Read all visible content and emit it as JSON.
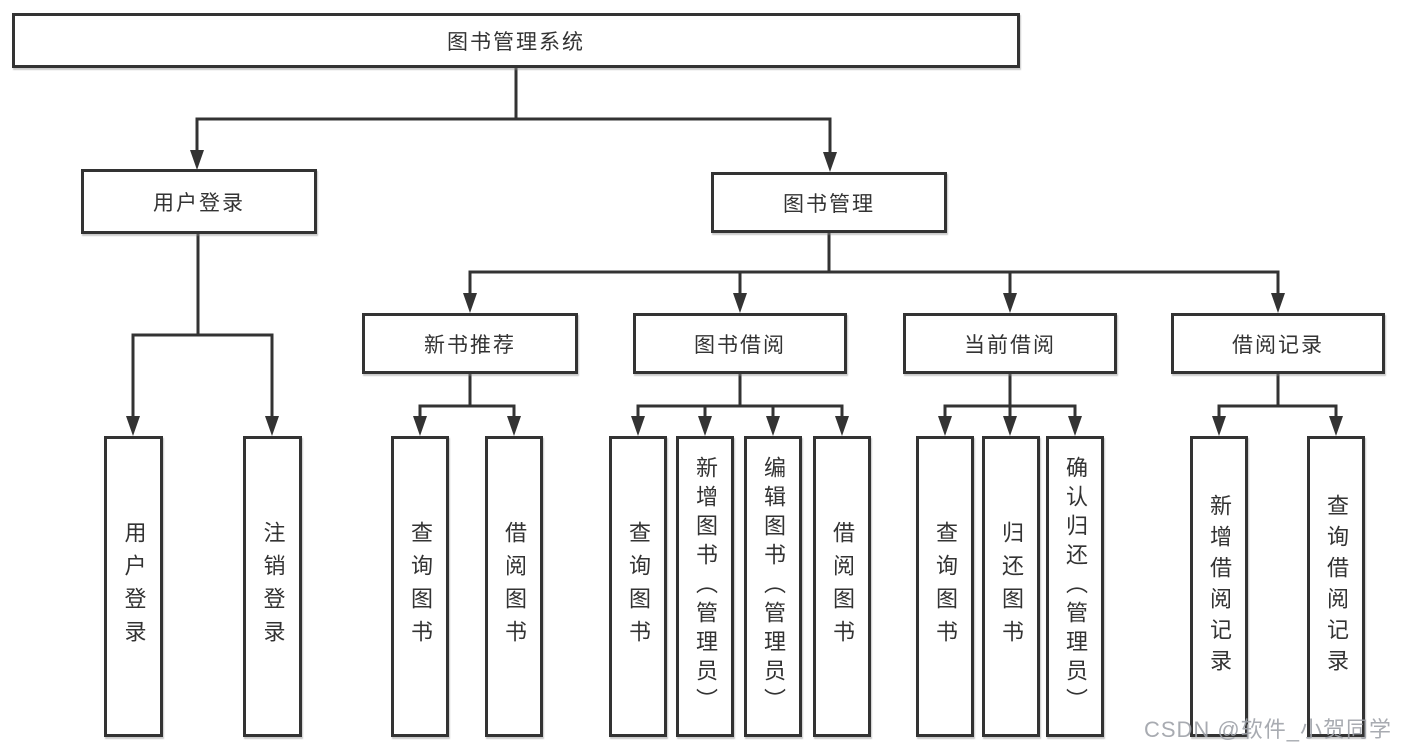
{
  "tree": {
    "label": "图书管理系统",
    "children": [
      {
        "label": "用户登录",
        "children": [
          {
            "label": "用户登录"
          },
          {
            "label": "注销登录"
          }
        ]
      },
      {
        "label": "图书管理",
        "children": [
          {
            "label": "新书推荐",
            "children": [
              {
                "label": "查询图书"
              },
              {
                "label": "借阅图书"
              }
            ]
          },
          {
            "label": "图书借阅",
            "children": [
              {
                "label": "查询图书"
              },
              {
                "label": "新增图书（管理员）"
              },
              {
                "label": "编辑图书（管理员）"
              },
              {
                "label": "借阅图书"
              }
            ]
          },
          {
            "label": "当前借阅",
            "children": [
              {
                "label": "查询图书"
              },
              {
                "label": "归还图书"
              },
              {
                "label": "确认归还（管理员）"
              }
            ]
          },
          {
            "label": "借阅记录",
            "children": [
              {
                "label": "新增借阅记录"
              },
              {
                "label": "查询借阅记录"
              }
            ]
          }
        ]
      }
    ]
  },
  "colors": {
    "line": "#333333",
    "box_background": "#ffffff",
    "text": "#333333",
    "watermark": "#9ea2a8"
  },
  "watermark": {
    "text": "CSDN @软件_小贺同学"
  }
}
